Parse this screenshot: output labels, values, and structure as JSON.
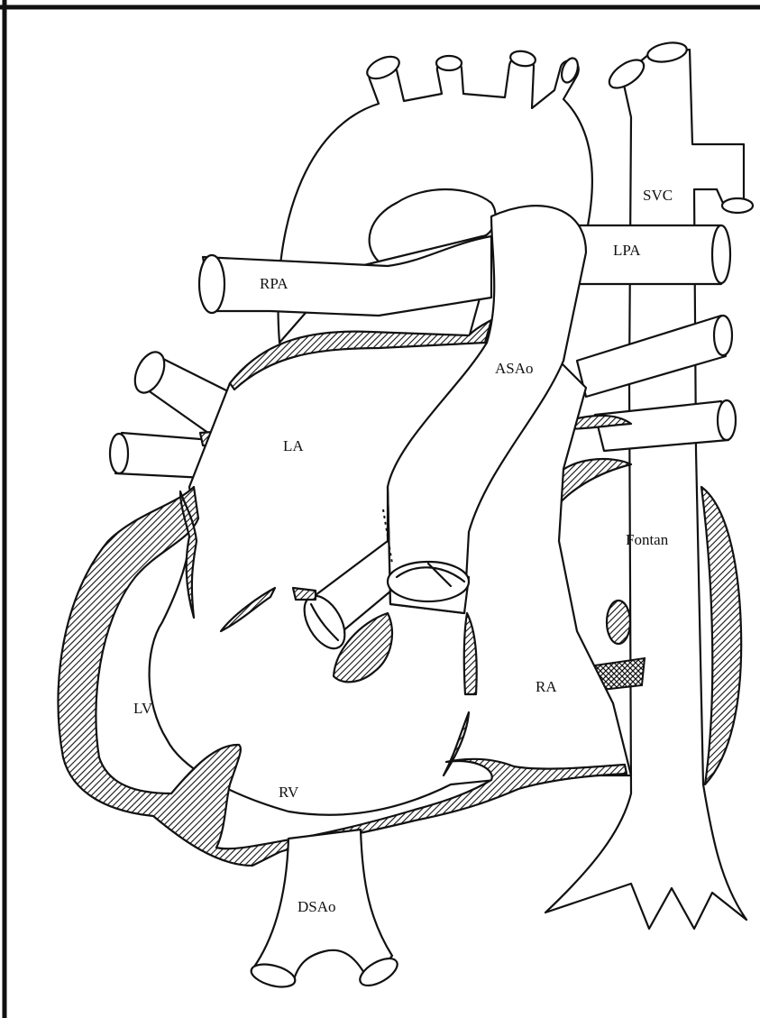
{
  "labels": {
    "svc": "SVC",
    "lpa": "LPA",
    "rpa": "RPA",
    "asao": "ASAo",
    "la": "LA",
    "fontan": "Fontan",
    "lv": "LV",
    "ra": "RA",
    "rv": "RV",
    "dsao": "DSAo"
  },
  "colors": {
    "ink": "#111111",
    "background": "#ffffff"
  }
}
